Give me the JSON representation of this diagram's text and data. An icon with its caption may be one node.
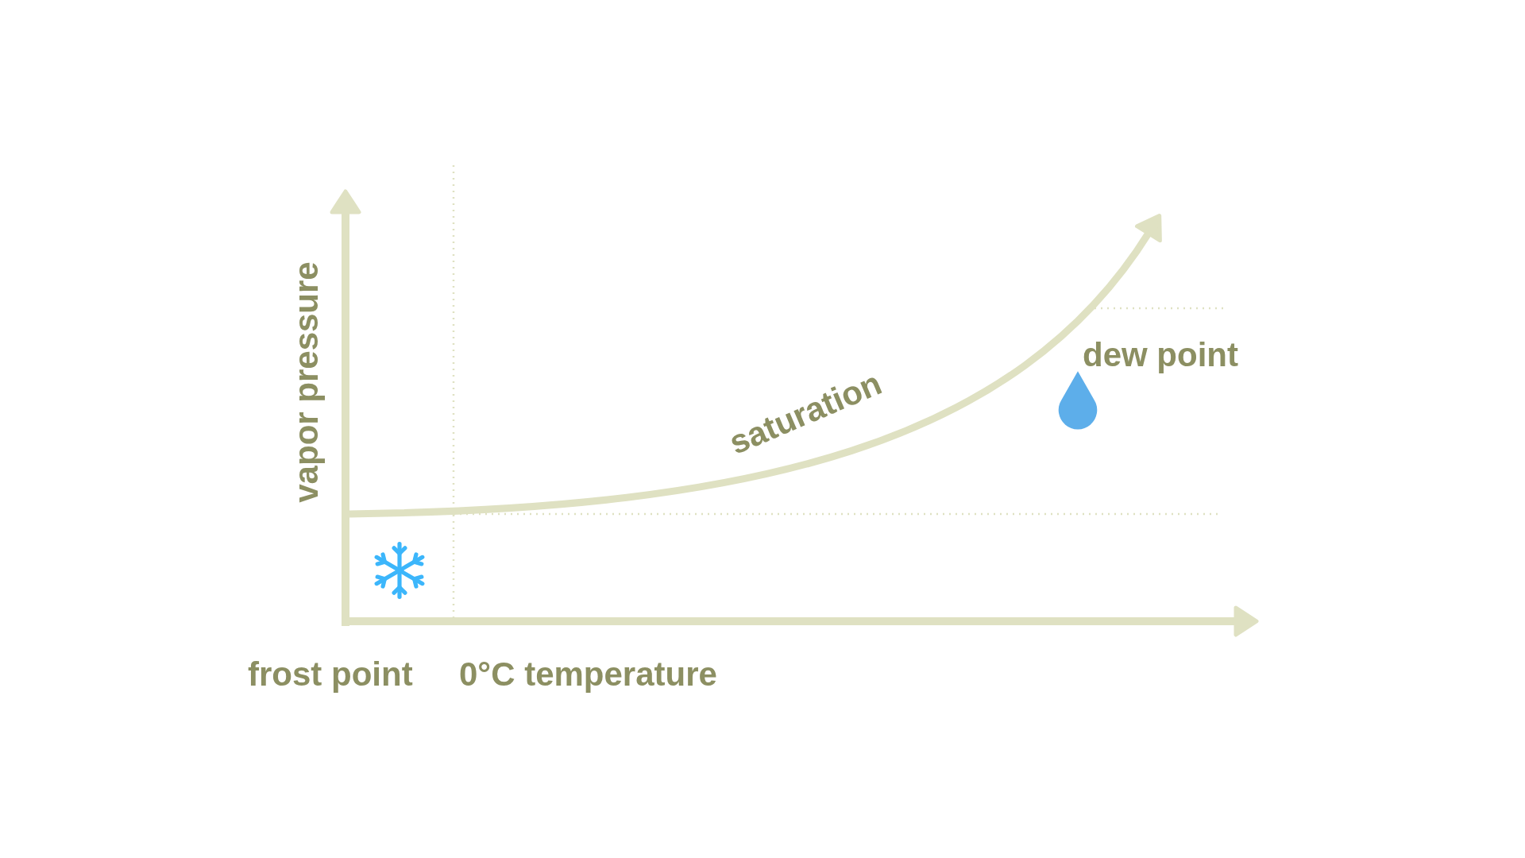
{
  "diagram": {
    "labels": [
      "vapor pressure",
      "saturation",
      "dew point",
      "frost point",
      "0°C temperature"
    ]
  }
}
